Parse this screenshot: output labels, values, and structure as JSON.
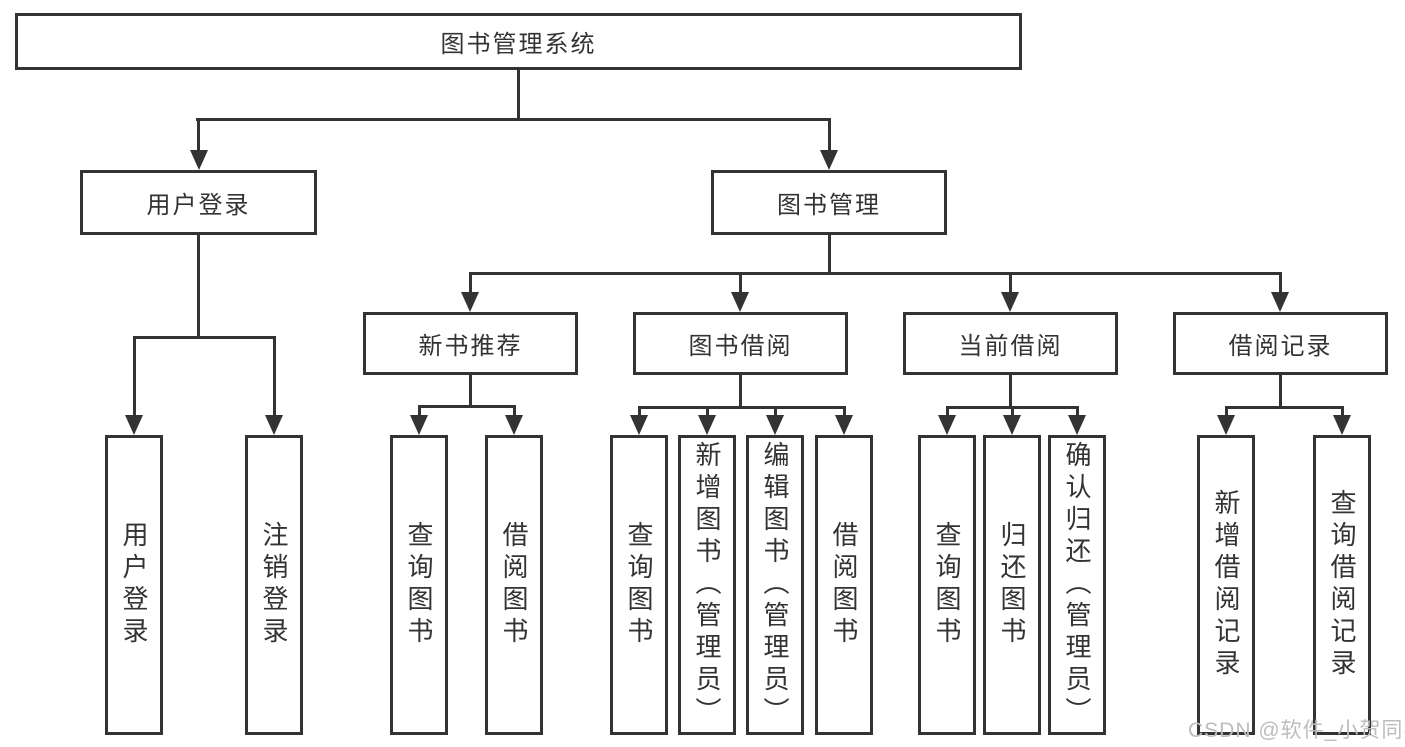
{
  "tree": {
    "label": "图书管理系统",
    "children": [
      {
        "label": "用户登录",
        "children": [
          {
            "label": "用户登录"
          },
          {
            "label": "注销登录"
          }
        ]
      },
      {
        "label": "图书管理",
        "children": [
          {
            "label": "新书推荐",
            "children": [
              {
                "label": "查询图书"
              },
              {
                "label": "借阅图书"
              }
            ]
          },
          {
            "label": "图书借阅",
            "children": [
              {
                "label": "查询图书"
              },
              {
                "label": "新增图书（管理员）"
              },
              {
                "label": "编辑图书（管理员）"
              },
              {
                "label": "借阅图书"
              }
            ]
          },
          {
            "label": "当前借阅",
            "children": [
              {
                "label": "查询图书"
              },
              {
                "label": "归还图书"
              },
              {
                "label": "确认归还（管理员）"
              }
            ]
          },
          {
            "label": "借阅记录",
            "children": [
              {
                "label": "新增借阅记录"
              },
              {
                "label": "查询借阅记录"
              }
            ]
          }
        ]
      }
    ]
  },
  "watermark": {
    "text": "CSDN @软件_小贺同学"
  },
  "colors": {
    "line": "#333333",
    "text": "#333333",
    "watermark": "#bdbdbd"
  }
}
